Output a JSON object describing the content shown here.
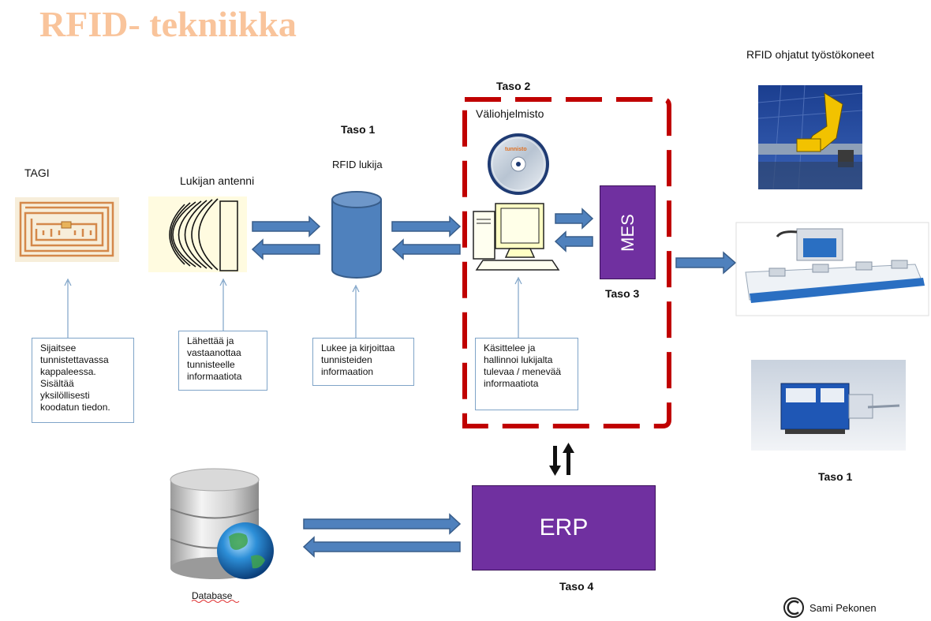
{
  "title": "RFID- tekniikka",
  "labels": {
    "tagi": "TAGI",
    "antenni": "Lukijan antenni",
    "lukija": "RFID lukija",
    "taso1_top": "Taso 1",
    "taso2": "Taso 2",
    "valiohjelmisto": "Väliohjelmisto",
    "mes": "MES",
    "taso3": "Taso 3",
    "erp": "ERP",
    "taso4": "Taso 4",
    "taso1_right": "Taso 1",
    "machines": "RFID ohjatut työstökoneet",
    "database": "Database",
    "author": "Sami Pekonen",
    "cd_text": "tunnisto"
  },
  "notes": {
    "tag": "Sijaitsee tunnistettavassa kappaleessa. Sisältää yksilöllisesti koodatun tiedon.",
    "antenna": "Lähettää ja vastaanottaa tunnisteelle informaatiota",
    "reader": "Lukee ja kirjoittaa tunnisteiden informaation",
    "middleware": "Käsittelee ja hallinnoi lukijalta tulevaa / menevää informaatiota"
  },
  "colors": {
    "title": "#f9c49b",
    "arrow_fill": "#4f81bd",
    "arrow_stroke": "#385d8a",
    "dashed_box": "#c00000",
    "purple": "#7030a0",
    "note_border": "#7fa4c8"
  }
}
